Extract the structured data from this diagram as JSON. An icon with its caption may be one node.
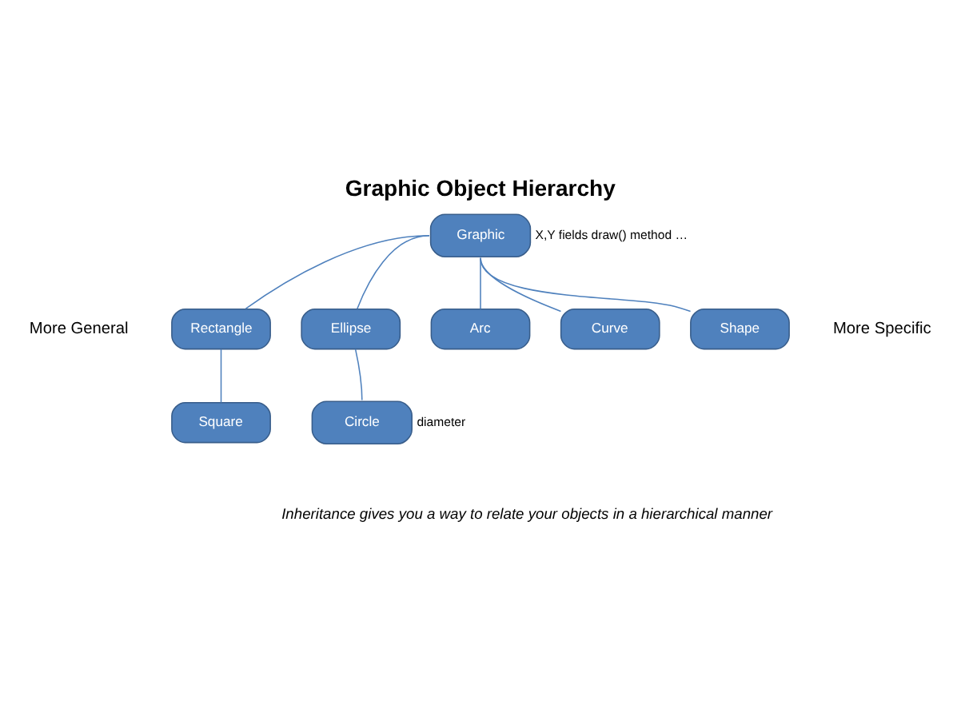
{
  "diagram": {
    "title": "Graphic Object Hierarchy",
    "caption": "Inheritance gives you a way to relate your objects in a hierarchical manner",
    "nodes": [
      {
        "text": [
          "Graphic"
        ],
        "beside": [
          "X,Y fields draw() method …"
        ]
      },
      {
        "text": [
          "Rectangle"
        ]
      },
      {
        "text": [
          "Ellipse"
        ]
      },
      {
        "text": [
          "Arc"
        ]
      },
      {
        "text": [
          "Curve"
        ]
      },
      {
        "text": [
          "Shape"
        ]
      },
      {
        "text": [
          "Square"
        ]
      },
      {
        "text": [
          "Circle"
        ],
        "beside": [
          "diameter"
        ]
      }
    ],
    "edges": [
      {
        "from": 0,
        "to": 1,
        "arrow": "none"
      },
      {
        "from": 0,
        "to": 2,
        "arrow": "none"
      },
      {
        "from": 0,
        "to": 3,
        "arrow": "none"
      },
      {
        "from": 0,
        "to": 4,
        "arrow": "none"
      },
      {
        "from": 0,
        "to": 5,
        "arrow": "none"
      },
      {
        "from": 1,
        "to": 6,
        "arrow": "none"
      },
      {
        "from": 2,
        "to": 7,
        "arrow": "none"
      }
    ],
    "labels": [
      "More General",
      "More Specific"
    ]
  }
}
